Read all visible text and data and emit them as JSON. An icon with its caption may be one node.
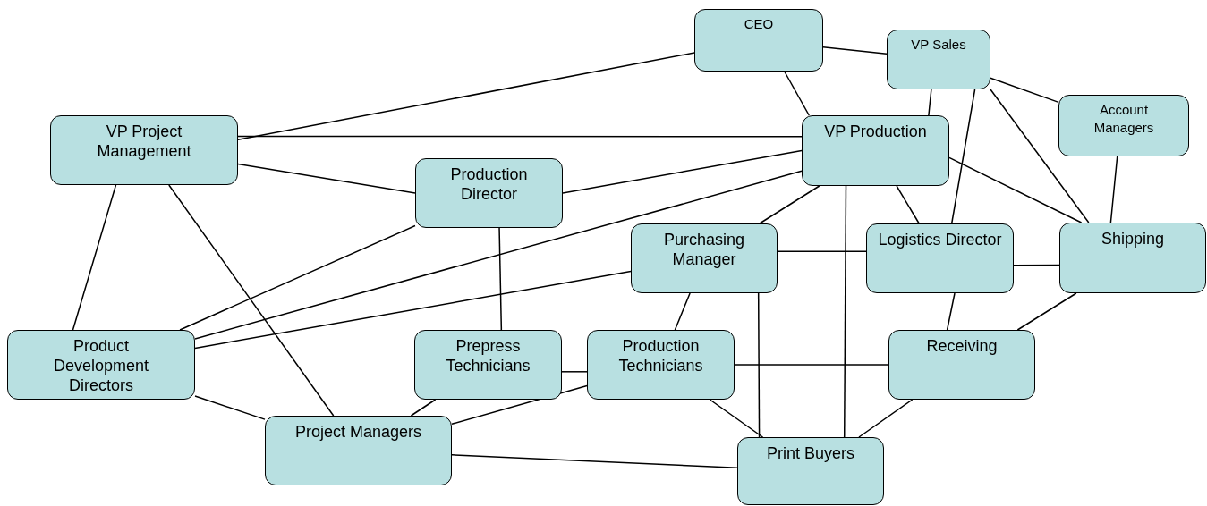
{
  "diagram": {
    "nodes": [
      {
        "text": [
          "CEO"
        ]
      },
      {
        "text": [
          "VP Sales"
        ]
      },
      {
        "text": [
          "Account Managers"
        ]
      },
      {
        "text": [
          "VP Project Management"
        ]
      },
      {
        "text": [
          "VP Production"
        ]
      },
      {
        "text": [
          "Production Director"
        ]
      },
      {
        "text": [
          "Purchasing Manager"
        ]
      },
      {
        "text": [
          "Logistics Director"
        ]
      },
      {
        "text": [
          "Shipping"
        ]
      },
      {
        "text": [
          "Product Development Directors"
        ]
      },
      {
        "text": [
          "Prepress Technicians"
        ]
      },
      {
        "text": [
          "Production Technicians"
        ]
      },
      {
        "text": [
          "Receiving"
        ]
      },
      {
        "text": [
          "Project Managers"
        ]
      },
      {
        "text": [
          "Print Buyers"
        ]
      }
    ],
    "edges": [
      {
        "from": 0,
        "to": 3,
        "arrow": "none"
      },
      {
        "from": 0,
        "to": 1,
        "arrow": "none"
      },
      {
        "from": 0,
        "to": 4,
        "arrow": "none"
      },
      {
        "from": 1,
        "to": 4,
        "arrow": "none"
      },
      {
        "from": 1,
        "to": 2,
        "arrow": "none"
      },
      {
        "from": 1,
        "to": 7,
        "arrow": "none"
      },
      {
        "from": 1,
        "to": 8,
        "arrow": "none"
      },
      {
        "from": 4,
        "to": 8,
        "arrow": "none"
      },
      {
        "from": 2,
        "to": 8,
        "arrow": "none"
      },
      {
        "from": 3,
        "to": 4,
        "arrow": "none"
      },
      {
        "from": 3,
        "to": 5,
        "arrow": "none"
      },
      {
        "from": 3,
        "to": 9,
        "arrow": "none"
      },
      {
        "from": 3,
        "to": 13,
        "arrow": "none"
      },
      {
        "from": 4,
        "to": 5,
        "arrow": "none"
      },
      {
        "from": 4,
        "to": 9,
        "arrow": "none"
      },
      {
        "from": 4,
        "to": 6,
        "arrow": "none"
      },
      {
        "from": 4,
        "to": 7,
        "arrow": "none"
      },
      {
        "from": 4,
        "to": 14,
        "arrow": "none"
      },
      {
        "from": 5,
        "to": 9,
        "arrow": "none"
      },
      {
        "from": 5,
        "to": 10,
        "arrow": "none"
      },
      {
        "from": 6,
        "to": 9,
        "arrow": "none"
      },
      {
        "from": 6,
        "to": 7,
        "arrow": "none"
      },
      {
        "from": 6,
        "to": 11,
        "arrow": "none"
      },
      {
        "from": 6,
        "to": 14,
        "arrow": "none"
      },
      {
        "from": 7,
        "to": 8,
        "arrow": "none"
      },
      {
        "from": 7,
        "to": 12,
        "arrow": "none"
      },
      {
        "from": 8,
        "to": 12,
        "arrow": "none"
      },
      {
        "from": 9,
        "to": 13,
        "arrow": "none"
      },
      {
        "from": 10,
        "to": 11,
        "arrow": "none"
      },
      {
        "from": 10,
        "to": 13,
        "arrow": "none"
      },
      {
        "from": 11,
        "to": 13,
        "arrow": "none"
      },
      {
        "from": 11,
        "to": 12,
        "arrow": "none"
      },
      {
        "from": 11,
        "to": 14,
        "arrow": "none"
      },
      {
        "from": 12,
        "to": 14,
        "arrow": "none"
      },
      {
        "from": 13,
        "to": 14,
        "arrow": "none"
      }
    ]
  }
}
